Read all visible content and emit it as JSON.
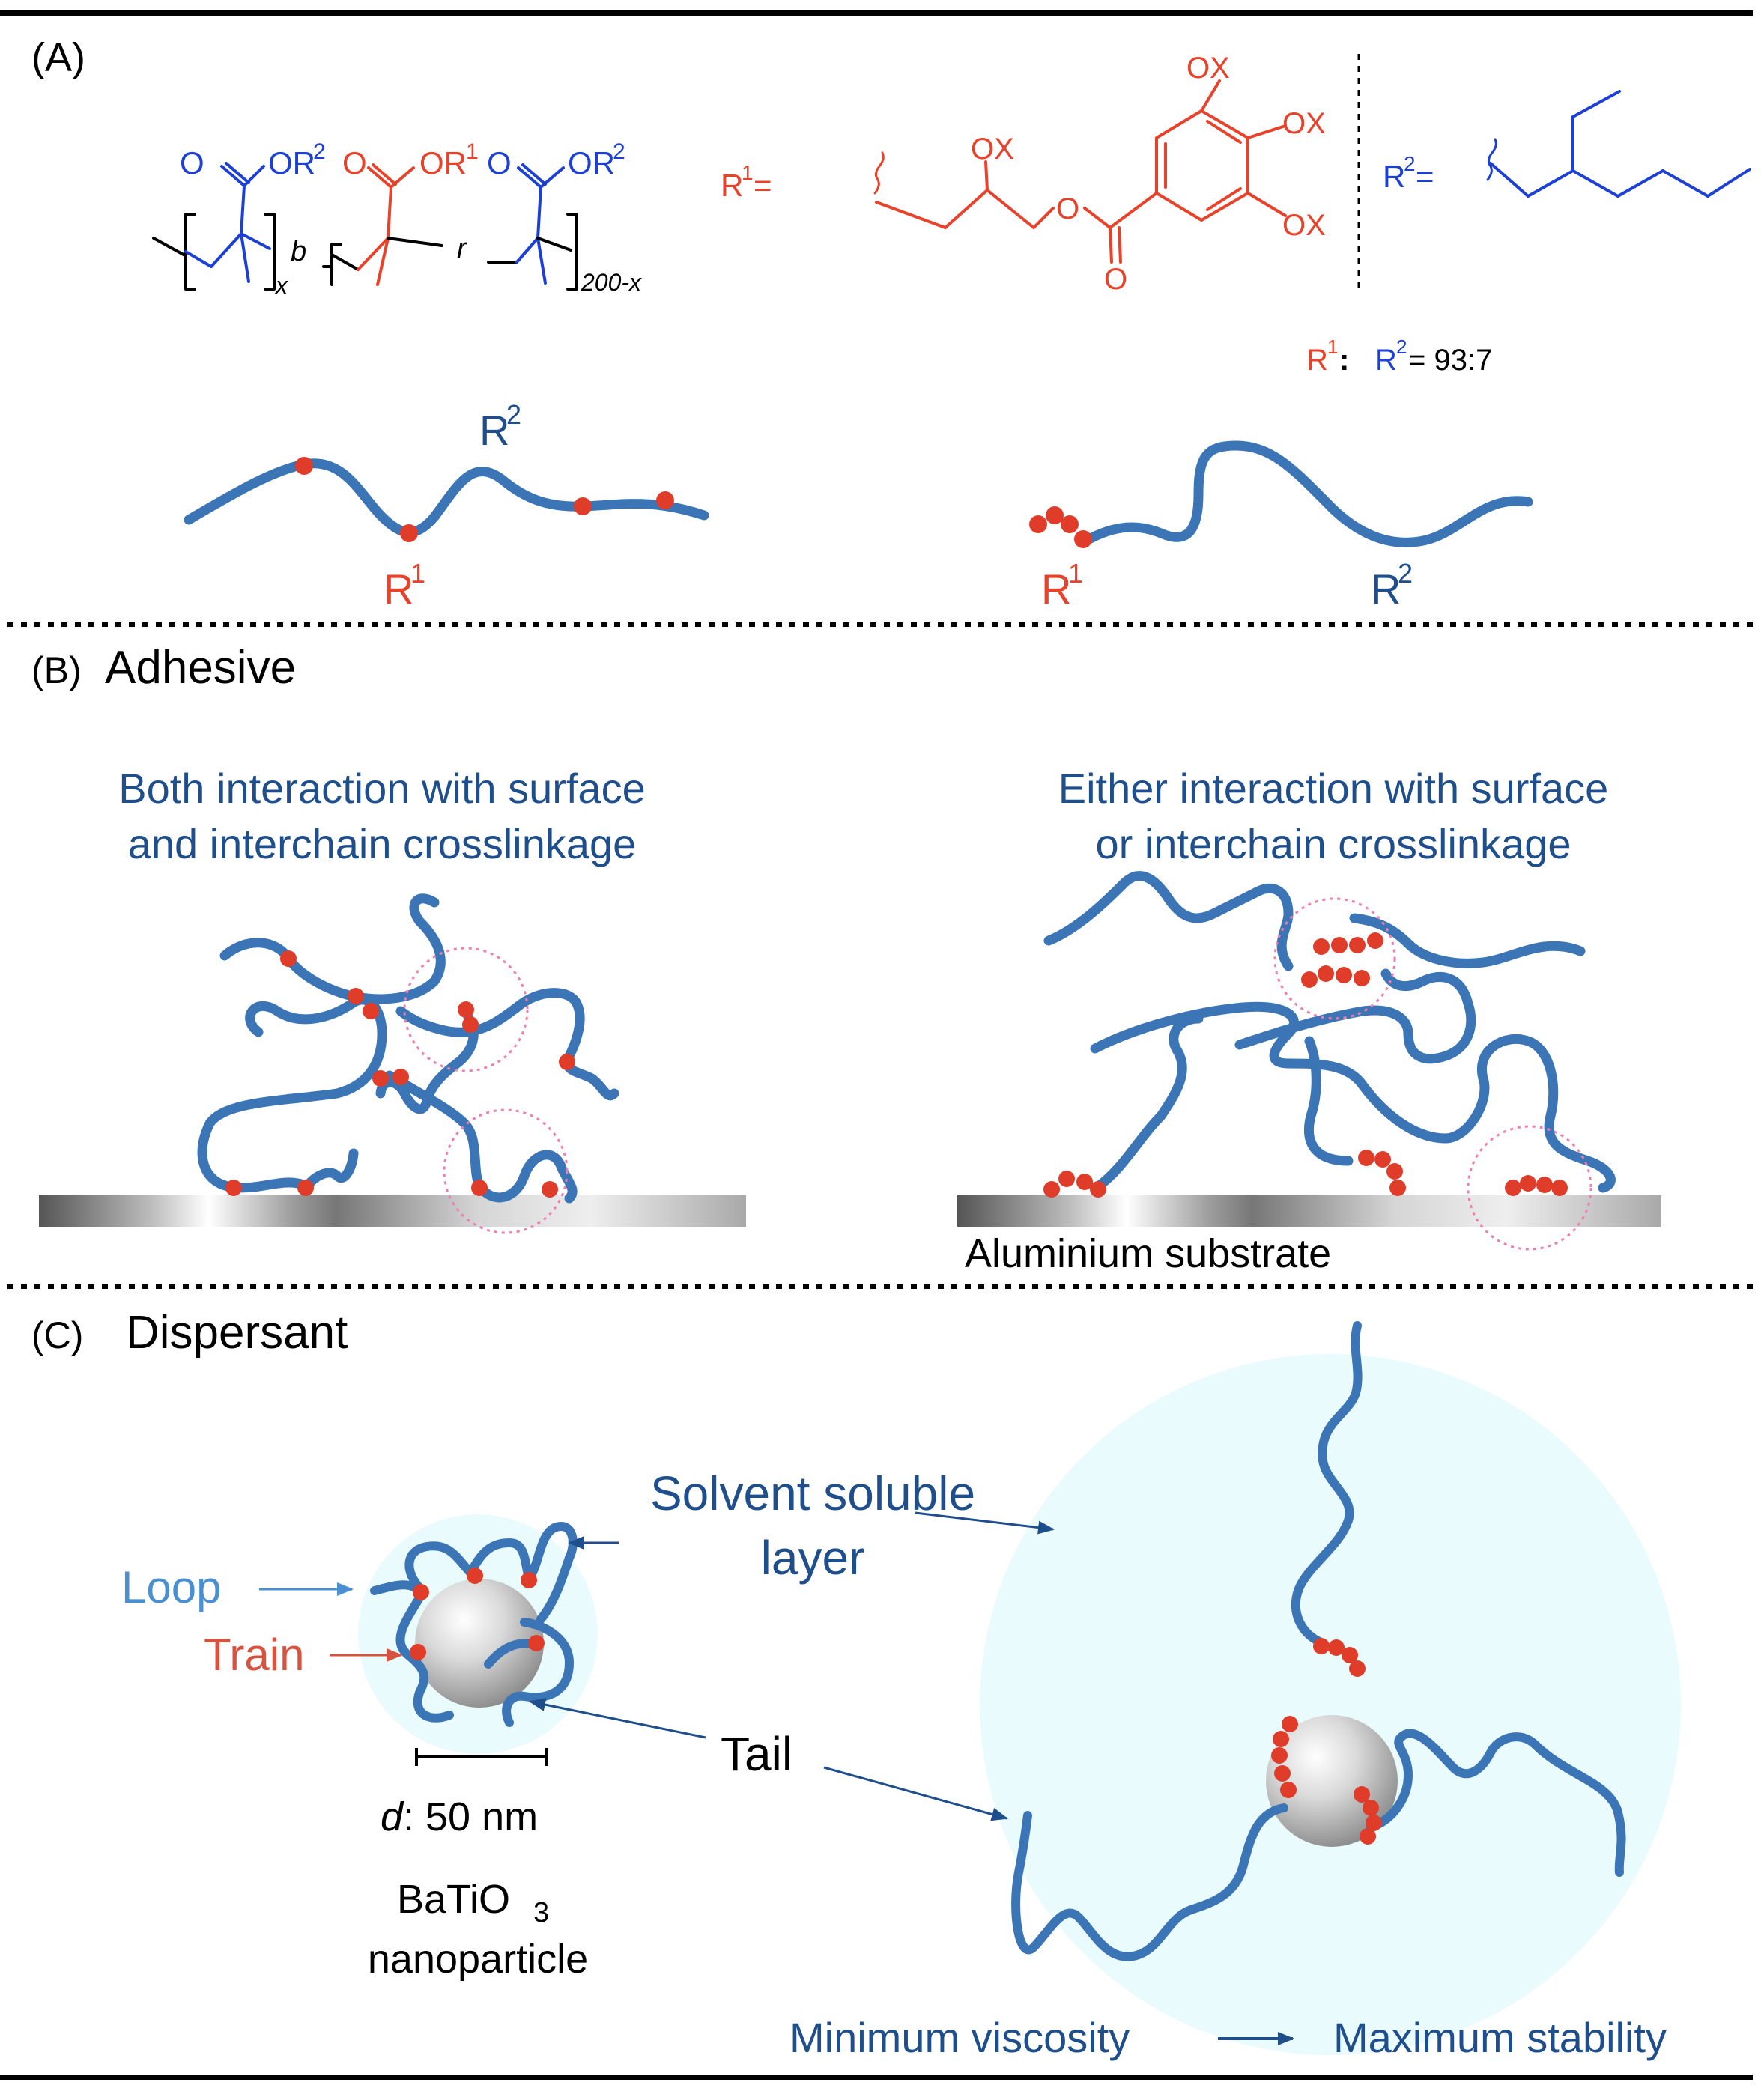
{
  "panel_a": {
    "label": "(A)",
    "poly": {
      "o": "O",
      "or2": "OR",
      "or1": "OR",
      "sup2": "2",
      "sup1": "1",
      "b": "b",
      "r": "r",
      "x": "x",
      "n": "200-x"
    },
    "r1_def": {
      "r": "R",
      "sup": "1",
      "eq": " ="
    },
    "r1_groups": [
      "OX",
      "OX",
      "OX",
      "OX"
    ],
    "r1_o_ester": "O",
    "r1_o_carbonyl": "O",
    "r2_def": {
      "r": "R",
      "sup": "2",
      "eq": " ="
    },
    "ratio": {
      "r1": "R",
      "sup1": "1",
      "colon": " : ",
      "r2": "R",
      "sup2": "2",
      "value": " = 93:7"
    },
    "random_chain": {
      "r1": "R",
      "sup1": "1",
      "r2": "R",
      "sup2": "2"
    },
    "block_chain": {
      "r1": "R",
      "sup1": "1",
      "r2": "R",
      "sup2": "2"
    }
  },
  "panel_b": {
    "label": "(B)",
    "title": "Adhesive",
    "left_caption": [
      "Both interaction with surface",
      "and interchain crosslinkage"
    ],
    "right_caption": [
      "Either interaction with surface",
      "or interchain crosslinkage"
    ],
    "substrate_label": "Aluminium substrate"
  },
  "panel_c": {
    "label": "(C)",
    "title": "Dispersant",
    "loop": "Loop",
    "train": "Train",
    "solvent_layer": [
      "Solvent soluble",
      "layer"
    ],
    "tail": "Tail",
    "scale_italic": "d",
    "scale_value": ": 50 nm",
    "particle_name": "BaTiO",
    "particle_sub": "3",
    "particle_desc": "nanoparticle",
    "min_visc": "Minimum viscosity",
    "max_stab": "Maximum stability"
  },
  "colors": {
    "chain": "#3b75b5",
    "dot": "#e03c2a",
    "red_text": "#e8422b",
    "blue_text": "#1c3fd6",
    "navy_text": "#1f4e8c",
    "loop_text": "#4a8fd0",
    "train_text": "#d6533f",
    "halo": "#e9fbfd",
    "pink": "#ef7fb0"
  }
}
